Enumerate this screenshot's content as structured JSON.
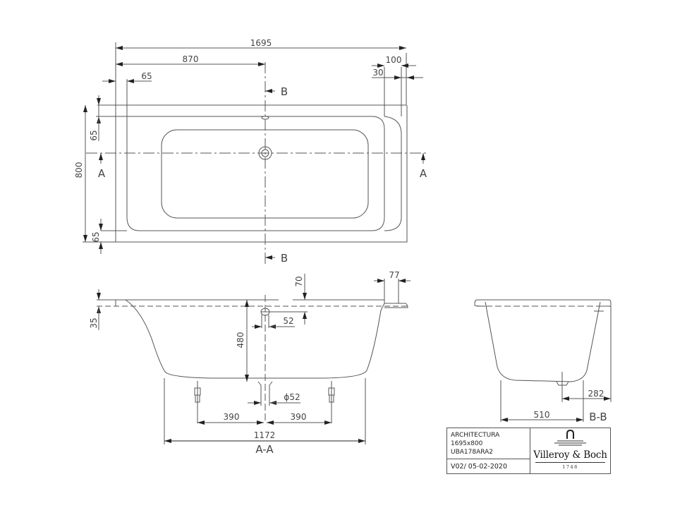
{
  "drawing": {
    "top_view": {
      "overall_length": "1695",
      "drain_position": "870",
      "left_rim_offset": "65",
      "right_overhang": "100",
      "right_step": "30",
      "width": "800",
      "top_rim_offset": "65",
      "bottom_rim_offset": "65",
      "section_a_label": "A",
      "section_b_label": "B"
    },
    "section_a": {
      "title": "A-A",
      "rim_thickness": "35",
      "depth": "480",
      "overflow_height": "70",
      "overflow_diameter": "52",
      "lip_width": "77",
      "waste_diameter": "ϕ52",
      "foot_spacing_left": "390",
      "foot_spacing_right": "390",
      "base_length": "1172"
    },
    "section_b": {
      "title": "B-B",
      "base_width": "510",
      "drain_offset": "282"
    }
  },
  "title_block": {
    "model": "ARCHITECTURA",
    "size": "1695x800",
    "article": "UBA178ARA2",
    "version": "V02/ 05-02-2020",
    "brand": "Villeroy & Boch",
    "year": "1748"
  },
  "colors": {
    "line": "#444444",
    "background": "#ffffff"
  }
}
